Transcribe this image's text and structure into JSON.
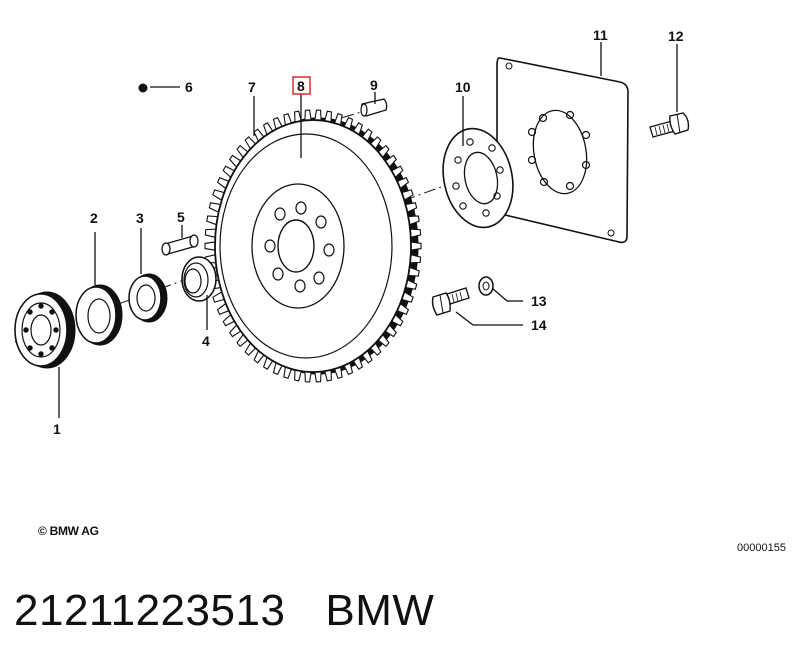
{
  "callouts": [
    {
      "label": "1"
    },
    {
      "label": "2"
    },
    {
      "label": "3"
    },
    {
      "label": "4"
    },
    {
      "label": "5"
    },
    {
      "label": "6"
    },
    {
      "label": "7"
    },
    {
      "label": "8",
      "highlighted": true
    },
    {
      "label": "9"
    },
    {
      "label": "10"
    },
    {
      "label": "11"
    },
    {
      "label": "12"
    },
    {
      "label": "13"
    },
    {
      "label": "14"
    }
  ],
  "highlight_color": "#d32f2f",
  "copyright": "© BMW AG",
  "diagram_id": "00000155",
  "footer": {
    "part_number": "21211223513",
    "brand": "BMW"
  }
}
